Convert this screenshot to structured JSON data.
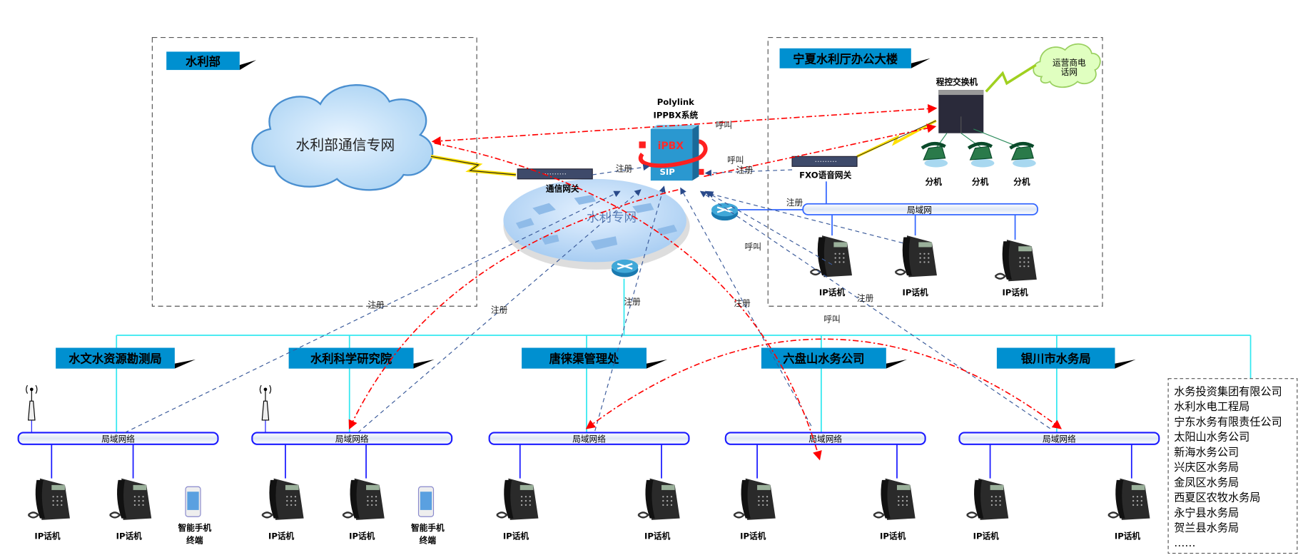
{
  "ministry": {
    "label": "水利部",
    "cloud": "水利部通信专网"
  },
  "office": {
    "label": "宁夏水利厅办公大楼",
    "carrier_cloud": [
      "运营商电",
      "话网"
    ],
    "pbx": "程控交换机",
    "extensions": [
      "分机",
      "分机",
      "分机"
    ],
    "fxo": "FXO语音网关",
    "lan": "局域网",
    "phones": [
      "IP话机",
      "IP话机",
      "IP话机"
    ]
  },
  "core": {
    "ippbx_title": "Polylink",
    "ippbx_subtitle": "IPPBX系统",
    "ippbx_badge": "iPBX",
    "sip": "SIP",
    "gateway": "通信网关",
    "network": "水利专网"
  },
  "link_labels": {
    "register": "注册",
    "call": "呼叫"
  },
  "branches": [
    {
      "name": "水文水资源勘测局",
      "lan": "局域网络",
      "devices": [
        "IP话机",
        "IP话机",
        "智能手机|终端"
      ],
      "wifi": true
    },
    {
      "name": "水利科学研究院",
      "lan": "局域网络",
      "devices": [
        "IP话机",
        "IP话机",
        "智能手机|终端"
      ],
      "wifi": true
    },
    {
      "name": "唐徕渠管理处",
      "lan": "局域网络",
      "devices": [
        "IP话机",
        "IP话机"
      ],
      "wifi": false
    },
    {
      "name": "六盘山水务公司",
      "lan": "局域网络",
      "devices": [
        "IP话机",
        "IP话机"
      ],
      "wifi": false
    },
    {
      "name": "银川市水务局",
      "lan": "局域网络",
      "devices": [
        "IP话机",
        "IP话机"
      ],
      "wifi": false
    }
  ],
  "other_units": [
    "水务投资集团有限公司",
    "水利水电工程局",
    "宁东水务有限责任公司",
    "太阳山水务公司",
    "新海水务公司",
    "兴庆区水务局",
    "金凤区水务局",
    "西夏区农牧水务局",
    "永宁县水务局",
    "贺兰县水务局",
    "……"
  ],
  "colors": {
    "tag": "#0090d0",
    "backbone": "#33e8f0",
    "lan": "#1a1aff",
    "register": "#3a5a9a",
    "call": "#ff0000"
  }
}
